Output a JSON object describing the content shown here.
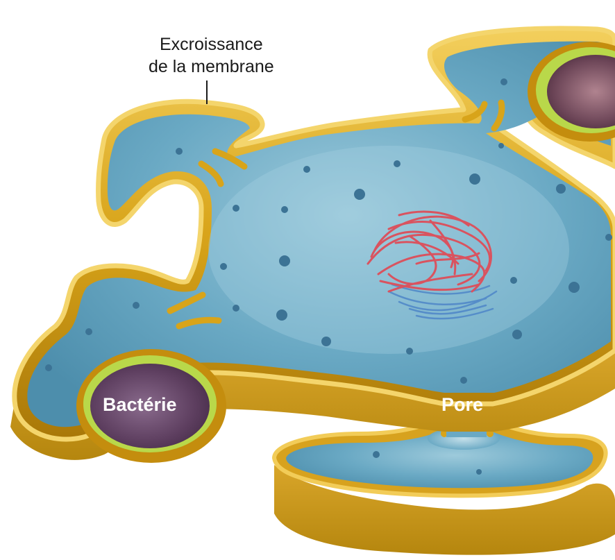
{
  "labels": {
    "outgrowth_line1": "Excroissance",
    "outgrowth_line2": "de la membrane",
    "bacteria": "Bactérie",
    "pore": "Pore"
  },
  "colors": {
    "membrane_gold": "#d8a41a",
    "membrane_highlight": "#f6d66a",
    "membrane_shadow": "#a97808",
    "cytoplasm_blue": "#5b9fbc",
    "cytoplasm_light": "#8cc0d4",
    "granule": "#3c7395",
    "chromatin_red": "#d9535f",
    "chromatin_blue": "#4e86c8",
    "bacterium_fill": "#6a4a6c",
    "bacterium_rim": "#b9d84a",
    "label_dark": "#1a1a1a",
    "label_light": "#ffffff"
  }
}
